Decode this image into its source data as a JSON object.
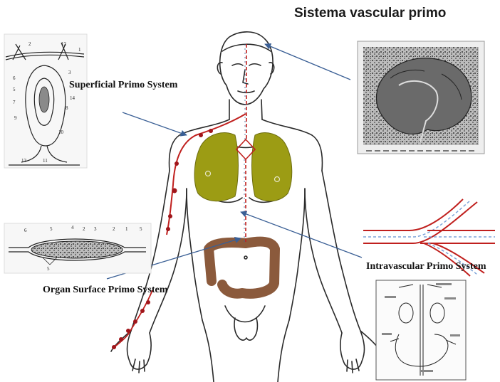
{
  "title": "Sistema vascular primo",
  "labels": {
    "superficial": "Superficial Primo System",
    "intravascular": "Intravascular Primo System",
    "organ_surface": "Organ Surface Primo System"
  },
  "panel_numbers": {
    "superficial": [
      "1",
      "2",
      "3",
      "5",
      "6",
      "7",
      "8",
      "9",
      "10",
      "11",
      "12",
      "13",
      "14"
    ],
    "organ_surface": [
      "6",
      "5",
      "4",
      "2",
      "3",
      "2",
      "1",
      "5",
      "5"
    ]
  },
  "colors": {
    "primo_vessel": "#c0201e",
    "node": "#a0151a",
    "lungs": "#9c9c14",
    "intestine": "#8b5a3c",
    "arrow": "#3a5f95",
    "outline": "#2a2a2a"
  }
}
